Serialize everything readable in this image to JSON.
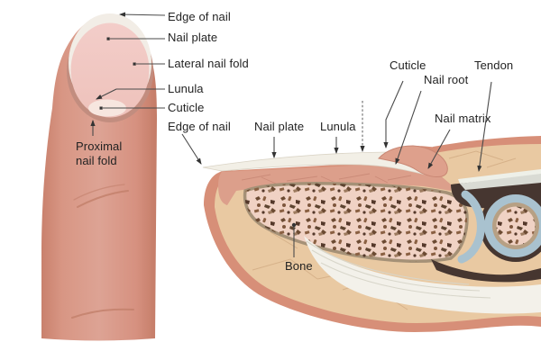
{
  "figure": "Fingernail anatomy diagram (top view and cross-section)",
  "finger_top_labels": {
    "edge_of_nail": "Edge of nail",
    "nail_plate": "Nail plate",
    "lateral_nail_fold": "Lateral nail fold",
    "lunula": "Lunula",
    "cuticle": "Cuticle",
    "proximal_nail_fold_line1": "Proximal",
    "proximal_nail_fold_line2": "nail fold"
  },
  "cross_section_labels": {
    "edge_of_nail": "Edge of nail",
    "nail_plate": "Nail plate",
    "lunula": "Lunula",
    "cuticle": "Cuticle",
    "nail_root": "Nail root",
    "tendon": "Tendon",
    "nail_matrix": "Nail matrix",
    "bone": "Bone"
  },
  "colors": {
    "background": "#ffffff",
    "skin": "#d9998a",
    "skin_shadow": "#c47c67",
    "nail_plate_pink": "#f1c9c4",
    "nail_free_edge": "#f2ede6",
    "lunula_light": "#f7e6df",
    "cs_skin": "#d78f78",
    "cs_fat": "#e9c9a2",
    "nail_bed": "#dc9f8b",
    "bone_fill": "#f0d2c4",
    "bone_outline": "#a59177",
    "bone_speckle": "#5d4430",
    "tendon_white": "#f3f1ea",
    "tendon_gray": "#d9dbd4",
    "joint_blue": "#a9c2cf",
    "capsule_dark": "#463630",
    "leader_line": "#3f3f3f",
    "text": "#232323"
  }
}
